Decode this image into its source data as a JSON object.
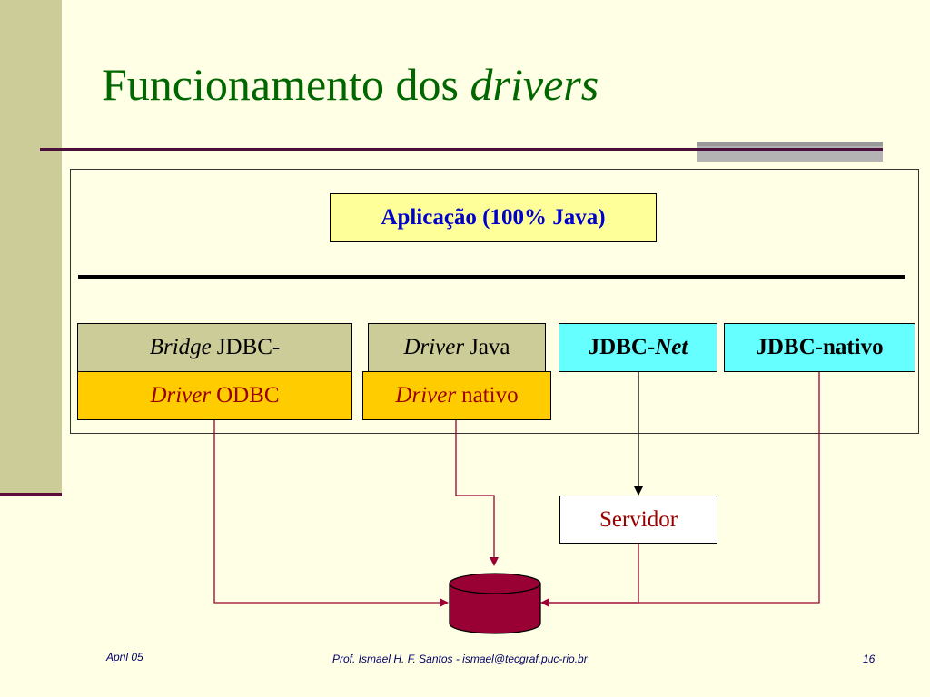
{
  "slide": {
    "title_plain": "Funcionamento dos ",
    "title_italic": "drivers"
  },
  "diagram": {
    "application": "Aplicação (100% Java)",
    "bridge_italic": "Bridge",
    "bridge_rest": "JDBC-",
    "odbc_italic": "Driver",
    "odbc_rest": "ODBC",
    "driver_java_italic": "Driver",
    "driver_java_rest": "Java",
    "driver_nativo_italic": "Driver",
    "driver_nativo_rest": "nativo",
    "jdbc_net_prefix": "JDBC-",
    "jdbc_net_italic": "Net",
    "jdbc_nativo": "JDBC-nativo",
    "server": "Servidor"
  },
  "footer": {
    "date": "April 05",
    "author": "Prof. Ismael H. F. Santos -  ismael@tecgraf.puc-rio.br",
    "page": "16"
  },
  "colors": {
    "title": "#006600",
    "background": "#FFFFE5",
    "wire": "#990033",
    "database": "#990033"
  }
}
